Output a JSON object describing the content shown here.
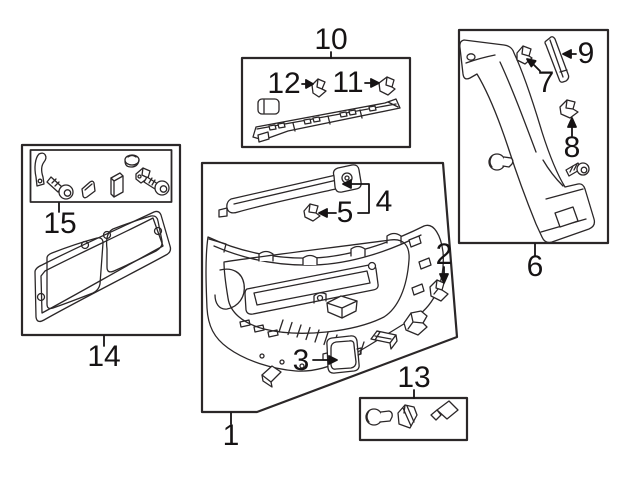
{
  "diagram": {
    "kind": "exploded-parts-diagram",
    "background": "#ffffff",
    "line_color": "#2b2728",
    "label_color": "#161314"
  },
  "callouts": [
    {
      "number": "1"
    },
    {
      "number": "2"
    },
    {
      "number": "3"
    },
    {
      "number": "4"
    },
    {
      "number": "5"
    },
    {
      "number": "6"
    },
    {
      "number": "7"
    },
    {
      "number": "8"
    },
    {
      "number": "9"
    },
    {
      "number": "10"
    },
    {
      "number": "11"
    },
    {
      "number": "12"
    },
    {
      "number": "13"
    },
    {
      "number": "14"
    },
    {
      "number": "15"
    }
  ],
  "boxes": [
    {
      "id": "box-left",
      "callouts": [
        "14",
        "15"
      ]
    },
    {
      "id": "box-top-middle",
      "callouts": [
        "10",
        "11",
        "12"
      ]
    },
    {
      "id": "box-top-right",
      "callouts": [
        "6",
        "7",
        "8",
        "9"
      ]
    },
    {
      "id": "box-center",
      "callouts": [
        "1",
        "2",
        "3",
        "4",
        "5"
      ]
    },
    {
      "id": "box-bottom",
      "callouts": [
        "13"
      ]
    }
  ]
}
